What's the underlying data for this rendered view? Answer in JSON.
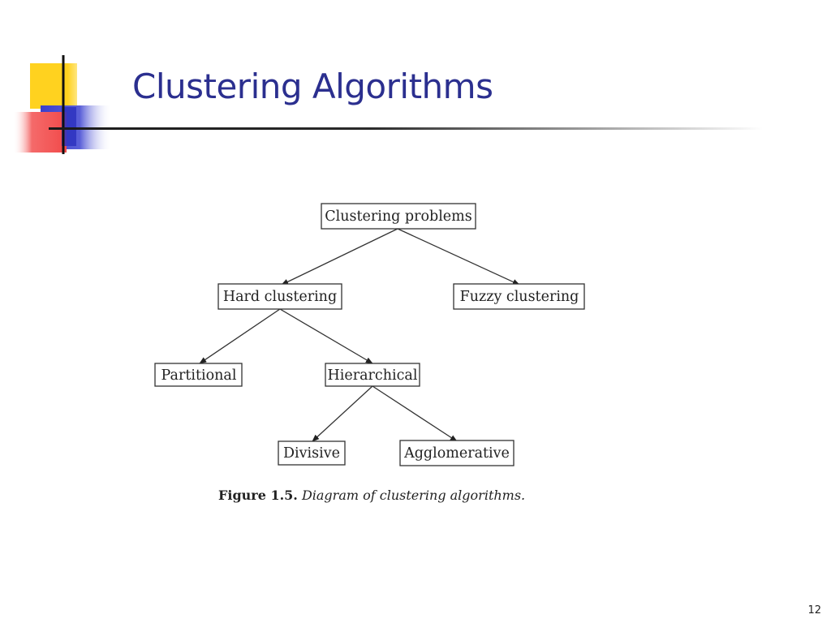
{
  "slide": {
    "title": "Clustering Algorithms",
    "number": "12"
  },
  "colors": {
    "title": "#2b2f8f",
    "logo_yellow": "#ffd21f",
    "logo_blue": "#3a3fcc",
    "logo_red": "#f24a4a"
  },
  "diagram": {
    "nodes": {
      "root": "Clustering problems",
      "hard": "Hard clustering",
      "fuzzy": "Fuzzy clustering",
      "partitional": "Partitional",
      "hierarchical": "Hierarchical",
      "divisive": "Divisive",
      "agglomerative": "Agglomerative"
    },
    "edges": [
      [
        "root",
        "hard"
      ],
      [
        "root",
        "fuzzy"
      ],
      [
        "hard",
        "partitional"
      ],
      [
        "hard",
        "hierarchical"
      ],
      [
        "hierarchical",
        "divisive"
      ],
      [
        "hierarchical",
        "agglomerative"
      ]
    ],
    "caption_number": "Figure 1.5.",
    "caption_text": "Diagram of clustering algorithms."
  }
}
